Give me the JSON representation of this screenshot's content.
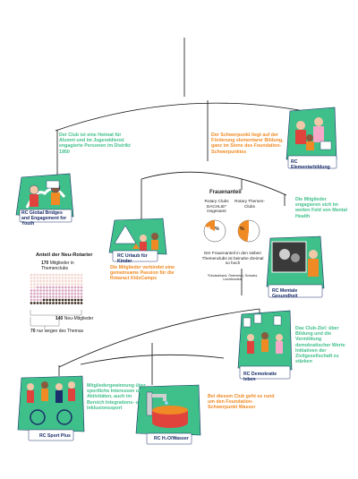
{
  "clubs": {
    "global_bridges": "RC Global Bridges and Engagement for Youth",
    "elementarbildung": "RC Elementarbildung",
    "urlaub_kinder": "RC Urlaub für Kinder",
    "mentale_gesundheit": "RC Mentale Gesundheit",
    "demokratie_leben": "RC Demokratie leben",
    "sport_plus": "RC Sport Plus",
    "h2o_wasser": "RC H₂O/Wasser"
  },
  "captions": {
    "global_bridges": "Der Club ist eine Heimat für Alumni und im Jugenddienst engagierte Personen im Distrikt 1950",
    "elementarbildung": "Der Schwerpunkt liegt auf der Förderung elementarer Bildung, ganz im Sinne des Foundation-Schwerpunktes",
    "urlaub_kinder": "Die Mitglieder verbindet eine gemeinsame Passion für die Rotaract KidsCamps",
    "mentale_gesundheit": "Die Mitglieder engagieren sich im weiten Feld von Mental Health",
    "demokratie_leben": "Das Club-Ziel: über Bildung und die Vermittlung demokratischer Werte Initiativen der Zivilgesellschaft zu stärken",
    "sport_plus": "Mitgliedergewinnung über sportliche Interessen und Aktivitäten, auch im Bereich Integrations- und Inklusionssport",
    "h2o_wasser": "Bei diesem Club geht es rund um den Foundation-Schwerpunkt Wasser"
  },
  "neu_rotarier": {
    "title": "Anteil der Neu-Rotarier",
    "members_count": "170",
    "members_text": "Mitglieder in Themenclubs",
    "new_count": "140",
    "new_text": "Neu-Mitglieder",
    "theme_count": "70",
    "theme_text": "nur wegen des Themas",
    "total_dots": 170,
    "new_dots": 140,
    "theme_dots": 70
  },
  "frauenanteil": {
    "title": "Frauenanteil",
    "left_label": "Rotary Clubs DACHLIE* insgesamt",
    "right_label": "Rotary Themen-Clubs",
    "left_pct": "18",
    "right_pct": "48",
    "left_share": 0.18,
    "right_share": 0.48,
    "pct_symbol": "%",
    "note": "Der Frauenanteil in den sieben Themenclubs ist beinahe dreimal so hoch",
    "footnote": "*Deutschland, Österreich, Schweiz, Liechtenstein"
  },
  "colors": {
    "green": "#3fbf8a",
    "orange": "#f08a24",
    "navy": "#1a2f6b",
    "dot_light": "#f3d9d2",
    "dot_mid": "#d8a6c0",
    "dot_dark": "#3b2a1f"
  }
}
